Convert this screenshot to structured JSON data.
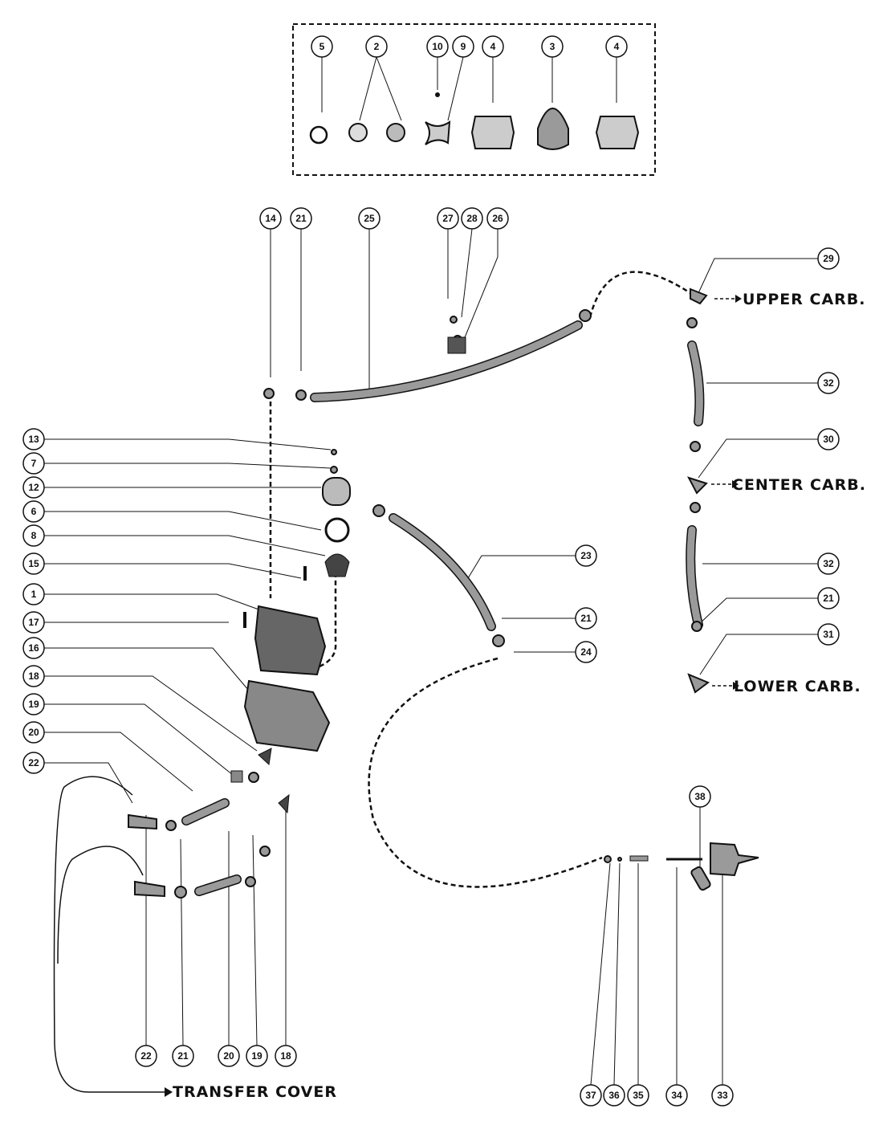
{
  "kit_callouts": [
    "5",
    "2",
    "10",
    "9",
    "4",
    "3",
    "4"
  ],
  "callouts": [
    "14",
    "21",
    "25",
    "27",
    "28",
    "26",
    "29",
    "32",
    "30",
    "32",
    "21",
    "31",
    "13",
    "7",
    "12",
    "6",
    "8",
    "15",
    "1",
    "17",
    "16",
    "18",
    "19",
    "20",
    "22",
    "23",
    "21",
    "24",
    "38",
    "22",
    "21",
    "20",
    "19",
    "18",
    "37",
    "36",
    "35",
    "34",
    "33"
  ],
  "destinations": {
    "upper": "UPPER CARB.",
    "center": "CENTER CARB.",
    "lower": "LOWER CARB.",
    "transfer": "TRANSFER COVER"
  },
  "colors": {
    "ink": "#111111",
    "part_fill": "#9a9a9a"
  }
}
